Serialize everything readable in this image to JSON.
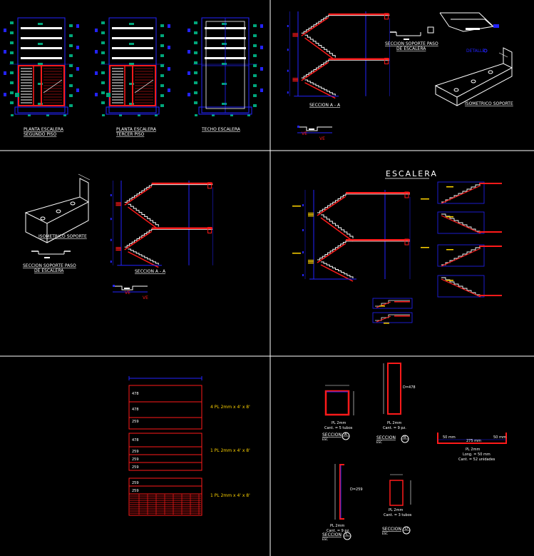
{
  "colors": {
    "background": "#000000",
    "divider": "#ffffff",
    "frame": "#2323ff",
    "slab": "#ff1a1a",
    "tag": "#00a67a",
    "accent": "#ffd400",
    "text": "#ffffff"
  },
  "panel1": {
    "plan2_line1": "PLANTA ESCALERA",
    "plan2_line2": "SEGUNDO PISO",
    "plan3_line1": "PLANTA ESCALERA",
    "plan3_line2": "TERCER PISO",
    "roof": "TECHO ESCALERA"
  },
  "panel2": {
    "section": "SECCION A - A",
    "support_line1": "SECCION SOPORTE PASO",
    "support_line2": "DE ESCALERA",
    "detail": "DETALLE",
    "isometric": "ISOMETRICO SOPORTE",
    "ve1": "VE",
    "ve2": "VE"
  },
  "panel3": {
    "isometric": "ISOMETRICO SOPORTE",
    "support_line1": "SECCION SOPORTE PASO",
    "support_line2": "DE ESCALERA",
    "section": "SECCION A - A",
    "ve1": "VE",
    "ve2": "VE"
  },
  "panel4": {
    "title": "ESCALERA"
  },
  "panel5": {
    "p1_row1": "478",
    "p1_row2": "478",
    "p1_row3": "259",
    "p1_note": "4 PL 2mm x 4' x 8'",
    "p2_row1": "478",
    "p2_row2": "259",
    "p2_row3": "259",
    "p2_row4": "259",
    "p2_note": "1 PL 2mm x 4' x 8'",
    "p3_row1": "259",
    "p3_row2": "259",
    "p3_note": "1 PL 2mm x 4' x 8'"
  },
  "panel6": {
    "a_pl": "PL 2mm",
    "a_qty": "Cant. = 5 tubos",
    "a_sec": "SECCION",
    "a_esc": "ESC",
    "a_mark": "A",
    "b_dim": "D=478",
    "b_pl": "PL 2mm",
    "b_qty": "Cant. = 9 pz.",
    "b_sec": "SECCION",
    "b_esc": "ESC",
    "b_mark": "B",
    "ch_left": "50 mm",
    "ch_right": "50 mm",
    "ch_mid": "275 mm",
    "ch_pl": "PL 2mm",
    "ch_long": "Long. = 50 mm",
    "ch_qty": "Cant. = 52 unidades",
    "c_dim": "D=259",
    "c_pl": "PL 2mm",
    "c_qty": "Cant. = 9 pz.",
    "c_sec": "SECCION",
    "c_esc": "ESC",
    "c_mark": "C",
    "d_pl": "PL 2mm",
    "d_qty": "Cant. = 3 tubos",
    "d_sec": "SECCION",
    "d_esc": "ESC",
    "d_mark": "D"
  }
}
